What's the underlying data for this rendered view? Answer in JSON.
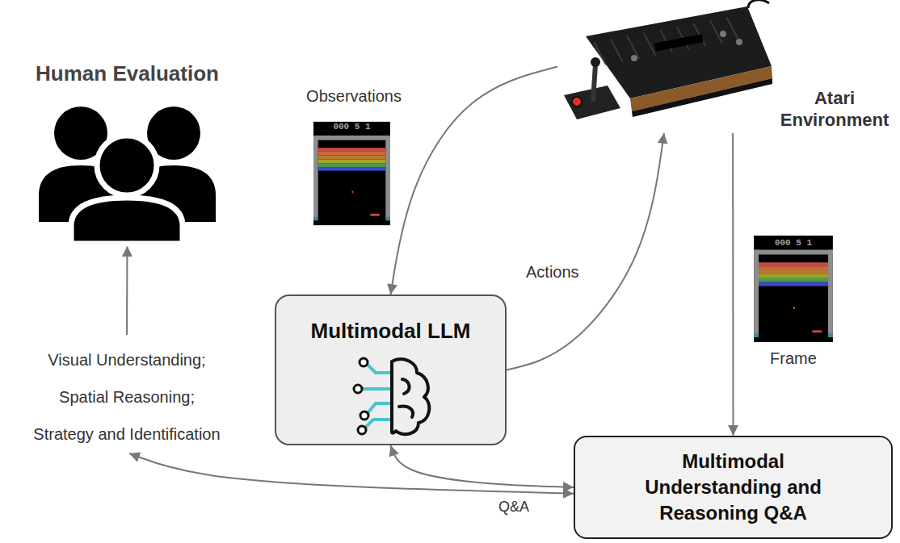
{
  "diagram": {
    "nodes": [
      {
        "text": [
          "Human Evaluation"
        ]
      },
      {
        "text": [
          "Atari Environment"
        ]
      },
      {
        "text": [
          "Multimodal LLM"
        ]
      },
      {
        "text": [
          "Multimodal Understanding and Reasoning Q&A"
        ]
      },
      {
        "text": [
          "Visual Understanding;",
          "Spatial Reasoning;",
          "Strategy and Identification"
        ]
      }
    ],
    "edges": [
      {
        "from": 1,
        "to": 2,
        "arrow": "to"
      },
      {
        "from": 2,
        "to": 1,
        "arrow": "to",
        "label": "Actions"
      },
      {
        "from": 1,
        "to": 3,
        "arrow": "to"
      },
      {
        "from": 3,
        "to": 2,
        "arrow": "both",
        "label": "Q&A"
      },
      {
        "from": 3,
        "to": 4,
        "arrow": "both"
      },
      {
        "from": 4,
        "to": 0,
        "arrow": "to"
      }
    ],
    "labels": [
      "Observations",
      "000 5 1",
      "000 5 1",
      "Frame"
    ]
  }
}
